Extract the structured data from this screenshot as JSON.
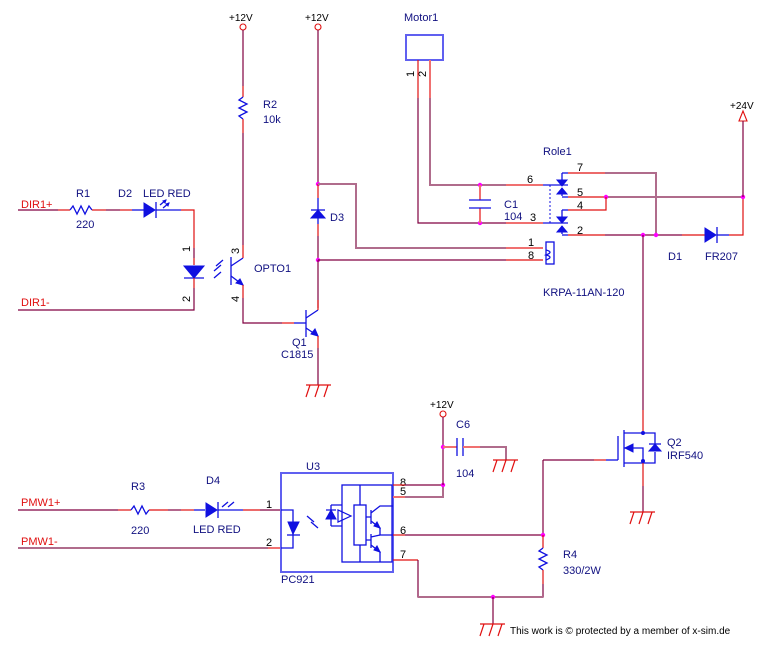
{
  "title": "Motor direction & PWM driver schematic",
  "nets": {
    "dir_plus": "DIR1+",
    "dir_minus": "DIR1-",
    "pwm_plus": "PMW1+",
    "pwm_minus": "PMW1-"
  },
  "power": {
    "v12_a": "+12V",
    "v12_b": "+12V",
    "v12_c": "+12V",
    "v24": "+24V"
  },
  "components": {
    "R1": {
      "ref": "R1",
      "value": "220"
    },
    "R2": {
      "ref": "R2",
      "value": "10k"
    },
    "R3": {
      "ref": "R3",
      "value": "220"
    },
    "R4": {
      "ref": "R4",
      "value": "330/2W"
    },
    "D1": {
      "ref": "D1",
      "value": "FR207"
    },
    "D2": {
      "ref": "D2",
      "value": "LED RED"
    },
    "D3": {
      "ref": "D3"
    },
    "D4": {
      "ref": "D4",
      "value": "LED RED"
    },
    "C1": {
      "ref": "C1",
      "value": "104"
    },
    "C6": {
      "ref": "C6",
      "value": "104"
    },
    "Q1": {
      "ref": "Q1",
      "value": "C1815"
    },
    "Q2": {
      "ref": "Q2",
      "value": "IRF540"
    },
    "OPTO1": {
      "ref": "OPTO1",
      "pins": [
        "1",
        "2",
        "3",
        "4"
      ]
    },
    "U3": {
      "ref": "U3",
      "value": "PC921",
      "pins": [
        "1",
        "2",
        "8",
        "5",
        "6",
        "7"
      ]
    },
    "Motor1": {
      "ref": "Motor1",
      "pins": [
        "1",
        "2"
      ]
    },
    "Role1": {
      "ref": "Role1",
      "value": "KRPA-11AN-120",
      "pins": [
        "7",
        "6",
        "5",
        "4",
        "3",
        "2",
        "1",
        "8"
      ]
    }
  },
  "footer": {
    "copyright": "This work is © protected by a member of x-sim.de"
  }
}
